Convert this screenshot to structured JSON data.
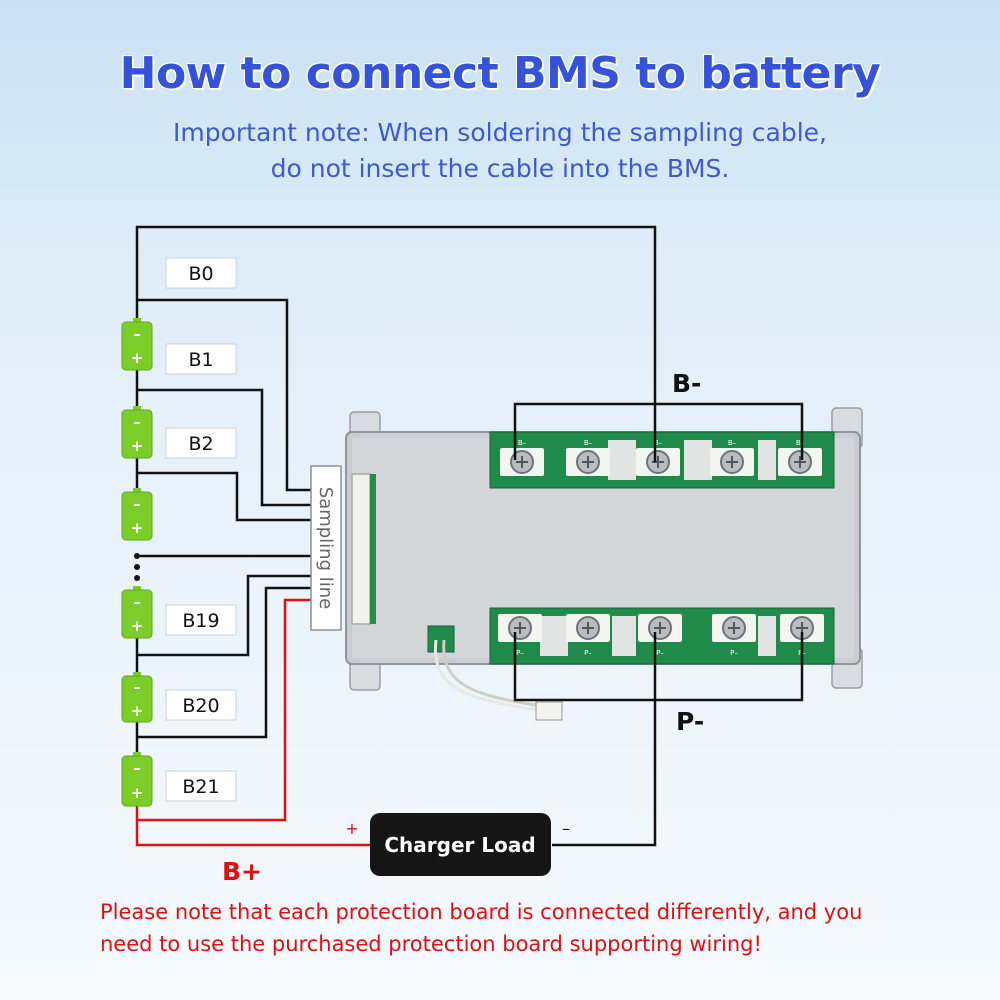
{
  "title": "How to connect BMS to battery",
  "note_line1": "Important note:  When soldering the sampling cable,",
  "note_line2": "do not insert the cable into the BMS.",
  "warning_line1": "Please note that each protection board is connected differently, and you",
  "warning_line2": "need to use the purchased protection board supporting wiring!",
  "labels": {
    "b0": "B0",
    "b1": "B1",
    "b2": "B2",
    "b19": "B19",
    "b20": "B20",
    "b21": "B21",
    "sampling_line": "Sampling line",
    "b_minus": "B-",
    "p_minus": "P-",
    "b_plus": "B+",
    "charger_load": "Charger Load",
    "plus_sign": "+",
    "minus_sign": "–",
    "cell_minus": "–",
    "cell_plus": "+",
    "pad_b": "B–",
    "pad_p": "P–"
  },
  "colors": {
    "title": "#3552d8",
    "note": "#3e5ad0",
    "warning": "#e01010",
    "cell_green": "#7ccc2a",
    "wire_red": "#e01010",
    "pcb_green": "#1f8a4a"
  }
}
